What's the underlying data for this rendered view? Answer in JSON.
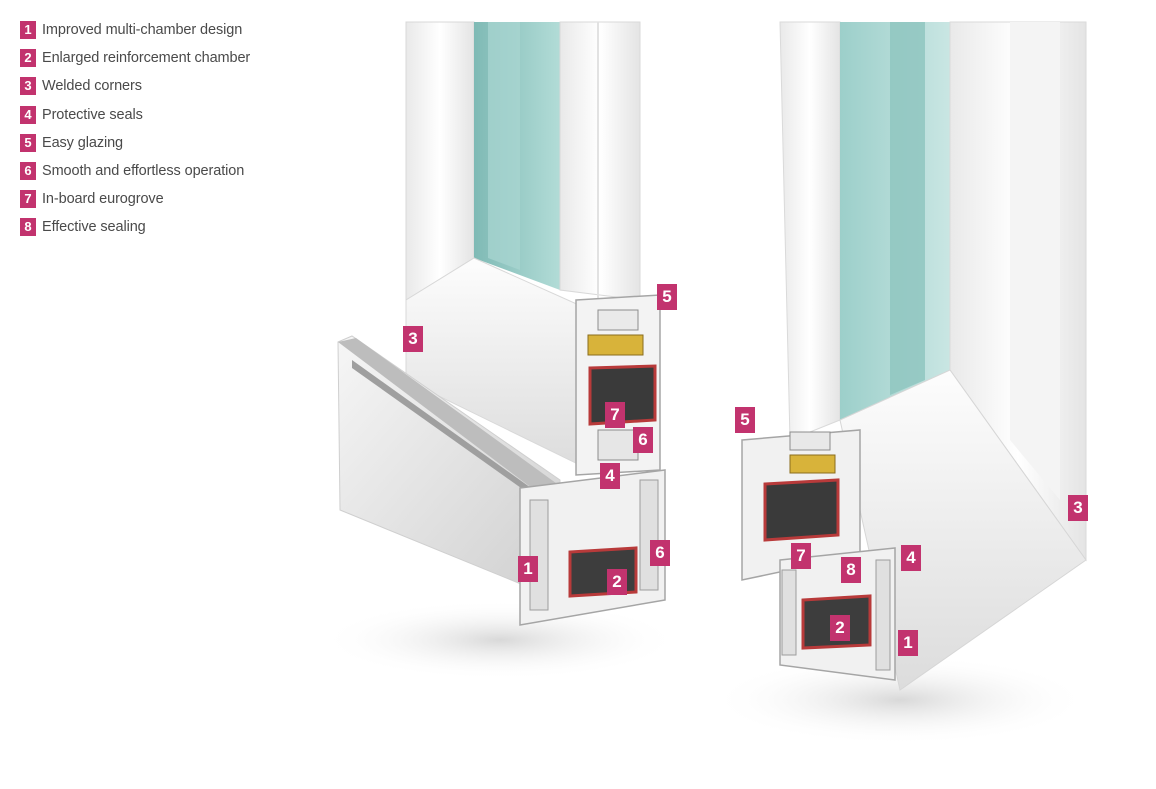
{
  "legend": {
    "items": [
      {
        "number": "1",
        "label": "Improved multi-chamber design"
      },
      {
        "number": "2",
        "label": "Enlarged reinforcement chamber"
      },
      {
        "number": "3",
        "label": "Welded corners"
      },
      {
        "number": "4",
        "label": "Protective seals"
      },
      {
        "number": "5",
        "label": "Easy glazing"
      },
      {
        "number": "6",
        "label": "Smooth and effortless operation"
      },
      {
        "number": "7",
        "label": "In-board eurogrove"
      },
      {
        "number": "8",
        "label": "Effective sealing"
      }
    ]
  },
  "callouts": {
    "left_profile": {
      "c3": "3",
      "c5": "5",
      "c7": "7",
      "c6_top": "6",
      "c4": "4",
      "c1": "1",
      "c2": "2",
      "c6_bottom": "6"
    },
    "right_profile": {
      "c5": "5",
      "c7": "7",
      "c8": "8",
      "c4": "4",
      "c2": "2",
      "c1": "1",
      "c3": "3"
    }
  },
  "colors": {
    "accent": "#c2336e",
    "reinforcement": "#b83a3a",
    "glass": "#8fc6c0",
    "seal_yellow": "#d8b33a"
  }
}
